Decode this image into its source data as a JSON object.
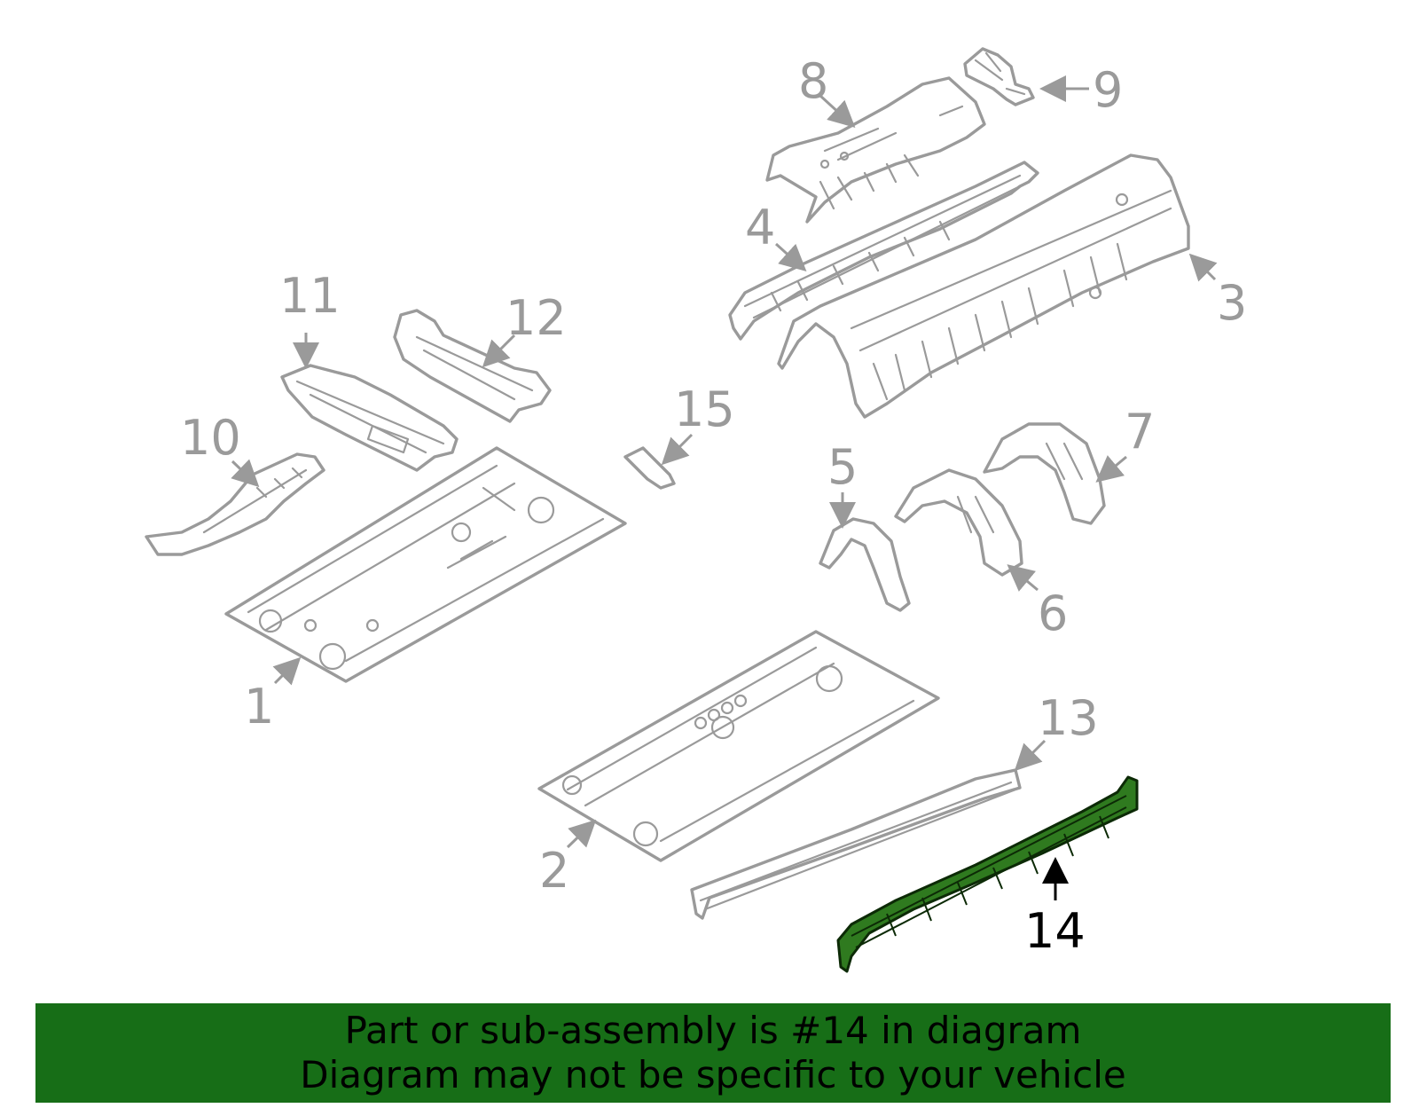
{
  "callouts": [
    {
      "id": "1",
      "label": "1"
    },
    {
      "id": "2",
      "label": "2"
    },
    {
      "id": "3",
      "label": "3"
    },
    {
      "id": "4",
      "label": "4"
    },
    {
      "id": "5",
      "label": "5"
    },
    {
      "id": "6",
      "label": "6"
    },
    {
      "id": "7",
      "label": "7"
    },
    {
      "id": "8",
      "label": "8"
    },
    {
      "id": "9",
      "label": "9"
    },
    {
      "id": "10",
      "label": "10"
    },
    {
      "id": "11",
      "label": "11"
    },
    {
      "id": "12",
      "label": "12"
    },
    {
      "id": "13",
      "label": "13"
    },
    {
      "id": "14",
      "label": "14"
    },
    {
      "id": "15",
      "label": "15"
    }
  ],
  "highlighted_part": "14",
  "colors": {
    "line_art": "#9a9a9a",
    "highlight_fill": "#2f7a1f",
    "banner_background": "#176e17",
    "banner_text": "#000000"
  },
  "banner": {
    "line1": "Part or sub-assembly is #14 in diagram",
    "line2": "Diagram may not be specific to your vehicle"
  }
}
